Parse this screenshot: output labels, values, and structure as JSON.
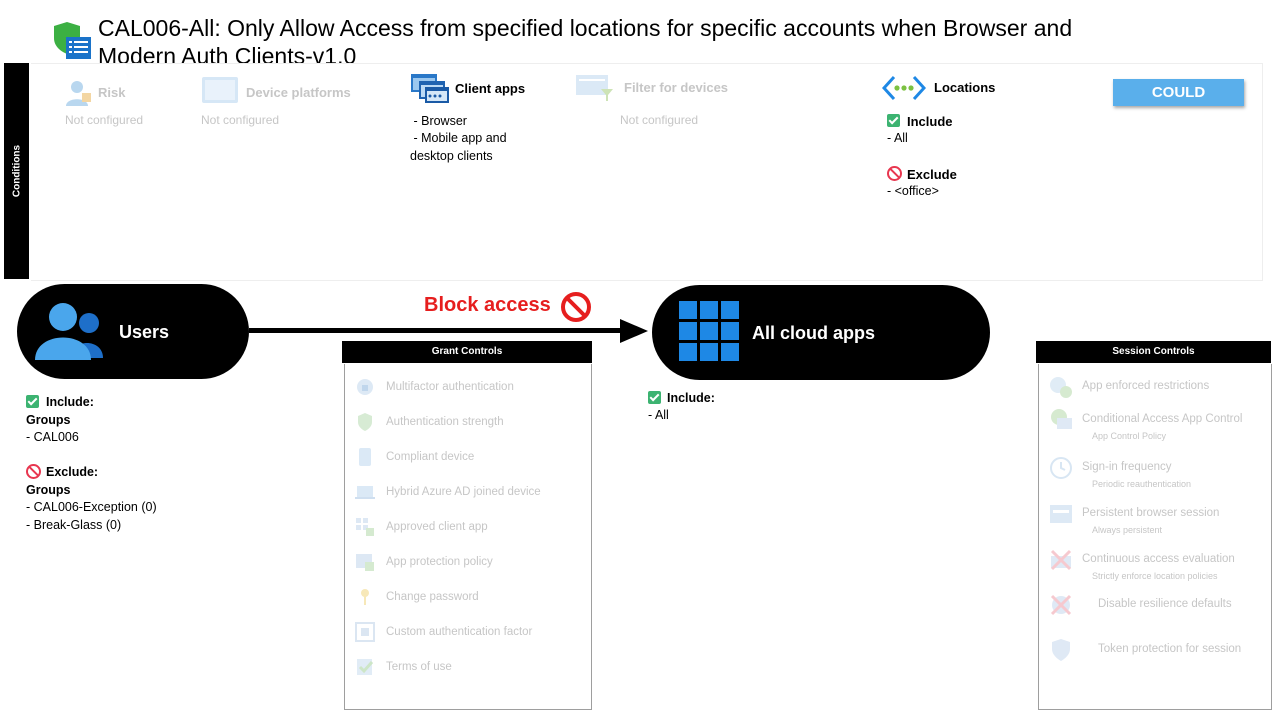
{
  "title": "CAL006-All: Only Allow Access from specified locations for specific accounts when Browser and Modern Auth Clients-v1.0",
  "conditions": {
    "side_label": "Conditions",
    "risk": {
      "label": "Risk",
      "value": "Not configured"
    },
    "device_platforms": {
      "label": "Device platforms",
      "value": "Not configured"
    },
    "client_apps": {
      "label": "Client apps",
      "items": [
        " - Browser",
        " - Mobile app and",
        "desktop clients"
      ]
    },
    "filter_devices": {
      "label": "Filter for devices",
      "value": "Not configured"
    },
    "locations": {
      "label": "Locations",
      "include_label": "Include",
      "include_value": "- All",
      "exclude_label": "Exclude",
      "exclude_value": "- <office>"
    },
    "badge": "COULD"
  },
  "users": {
    "label": "Users",
    "include_label": "Include:",
    "include_groups_label": "Groups",
    "include_groups": [
      "- CAL006"
    ],
    "exclude_label": "Exclude:",
    "exclude_groups_label": "Groups",
    "exclude_groups": [
      "- CAL006-Exception (0)",
      "- Break-Glass (0)"
    ]
  },
  "action": {
    "label": "Block access"
  },
  "cloud_apps": {
    "label": "All cloud apps",
    "include_label": "Include:",
    "include_value": "- All"
  },
  "grant_controls": {
    "header": "Grant Controls",
    "items": [
      "Multifactor authentication",
      "Authentication strength",
      "Compliant device",
      "Hybrid Azure AD joined device",
      "Approved client app",
      "App protection policy",
      "Change password",
      "Custom authentication factor",
      "Terms of use"
    ]
  },
  "session_controls": {
    "header": "Session Controls",
    "items": [
      {
        "label": "App enforced restrictions",
        "sub": ""
      },
      {
        "label": "Conditional Access App Control",
        "sub": "App Control Policy"
      },
      {
        "label": "Sign-in frequency",
        "sub": "Periodic reauthentication"
      },
      {
        "label": "Persistent browser session",
        "sub": "Always persistent"
      },
      {
        "label": "Continuous access evaluation",
        "sub": "Strictly enforce location policies"
      },
      {
        "label": "Disable resilience defaults",
        "sub": ""
      },
      {
        "label": "Token protection for session",
        "sub": ""
      }
    ]
  },
  "colors": {
    "block": "#e61e1e",
    "badge": "#5aafeb",
    "check": "#3cb371",
    "exclude": "#e8364f",
    "azure_blue": "#1e88e5"
  }
}
